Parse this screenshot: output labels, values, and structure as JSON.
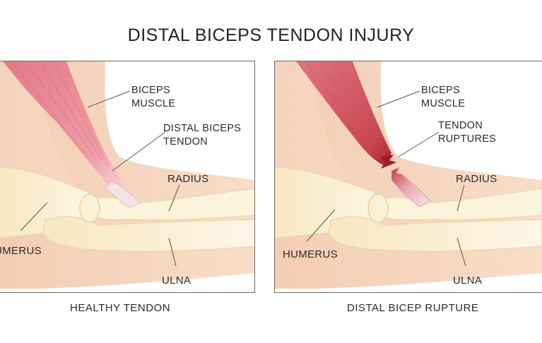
{
  "title": "DISTAL BICEPS TENDON INJURY",
  "left_panel": {
    "caption": "HEALTHY TENDON",
    "labels": {
      "biceps_muscle_1": "BICEPS",
      "biceps_muscle_2": "MUSCLE",
      "tendon_1": "DISTAL BICEPS",
      "tendon_2": "TENDON",
      "radius": "RADIUS",
      "humerus": "HUMERUS",
      "ulna": "ULNA"
    }
  },
  "right_panel": {
    "caption": "DISTAL BICEP RUPTURE",
    "labels": {
      "biceps_muscle_1": "BICEPS",
      "biceps_muscle_2": "MUSCLE",
      "tendon_1": "TENDON",
      "tendon_2": "RUPTURES",
      "radius": "RADIUS",
      "humerus": "HUMERUS",
      "ulna": "ULNA"
    }
  },
  "colors": {
    "skin": "#f6d7c2",
    "skin_shadow": "#efc4a8",
    "muscle": "#e9848f",
    "muscle_dark": "#d9606f",
    "bone": "#fbf1d8",
    "bone_outline": "#e8d7b0",
    "tendon": "#f4dfe3",
    "rupture": "#b3232f"
  }
}
